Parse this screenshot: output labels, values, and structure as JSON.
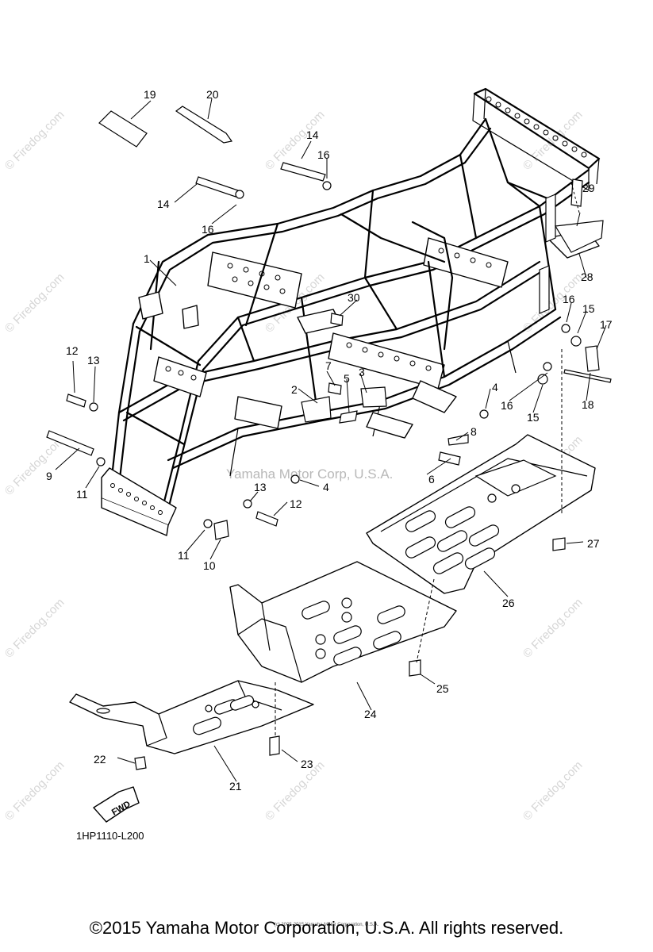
{
  "watermark": "© Firedog.com",
  "center_watermark": "Yamaha Motor Corp, U.S.A.",
  "diagram_code": "1HP1110-L200",
  "fwd_arrow_text": "FWD",
  "copyright": "©2015 Yamaha Motor Corporation, U.S.A. All rights reserved.",
  "tiny_copyright": "(c) 2005-2015 Yamaha Motor Corporation, U.S.A.",
  "callouts": {
    "c1": "1",
    "c2": "2",
    "c3": "3",
    "c4a": "4",
    "c4b": "4",
    "c5": "5",
    "c6": "6",
    "c7": "7",
    "c8": "8",
    "c9": "9",
    "c10": "10",
    "c11a": "11",
    "c11b": "11",
    "c12a": "12",
    "c12b": "12",
    "c13a": "13",
    "c13b": "13",
    "c14a": "14",
    "c14b": "14",
    "c15a": "15",
    "c15b": "15",
    "c16a": "16",
    "c16b": "16",
    "c16c": "16",
    "c16d": "16",
    "c17": "17",
    "c18": "18",
    "c19": "19",
    "c20": "20",
    "c21": "21",
    "c22": "22",
    "c23": "23",
    "c24": "24",
    "c25": "25",
    "c26": "26",
    "c27": "27",
    "c28": "28",
    "c29": "29",
    "c30": "30"
  }
}
